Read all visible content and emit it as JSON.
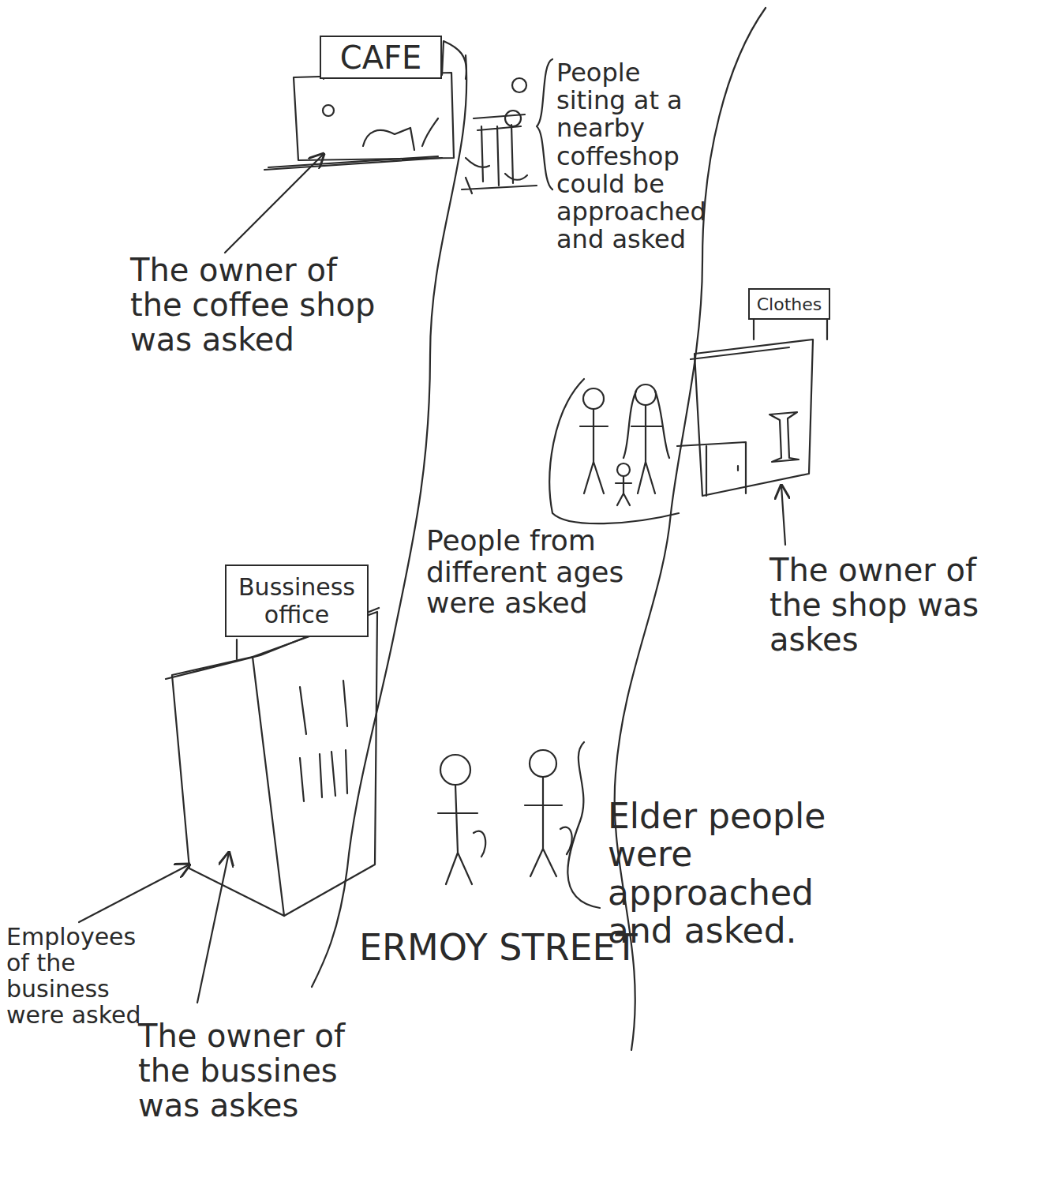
{
  "diagram": {
    "nodes": [
      {
        "text": [
          "CAFE"
        ]
      },
      {
        "text": [
          "Clothes"
        ]
      },
      {
        "text": [
          "Bussiness office"
        ]
      }
    ],
    "labels": [
      "People siting at a nearby coffeshop could be approached and asked",
      "The owner of the coffee shop was asked",
      "The owner of the shop was askes",
      "People from different ages were asked",
      "Employees of the business were asked",
      "The owner of the bussines was askes",
      "ERMOY STREET",
      "Elder people were approached and asked."
    ]
  }
}
